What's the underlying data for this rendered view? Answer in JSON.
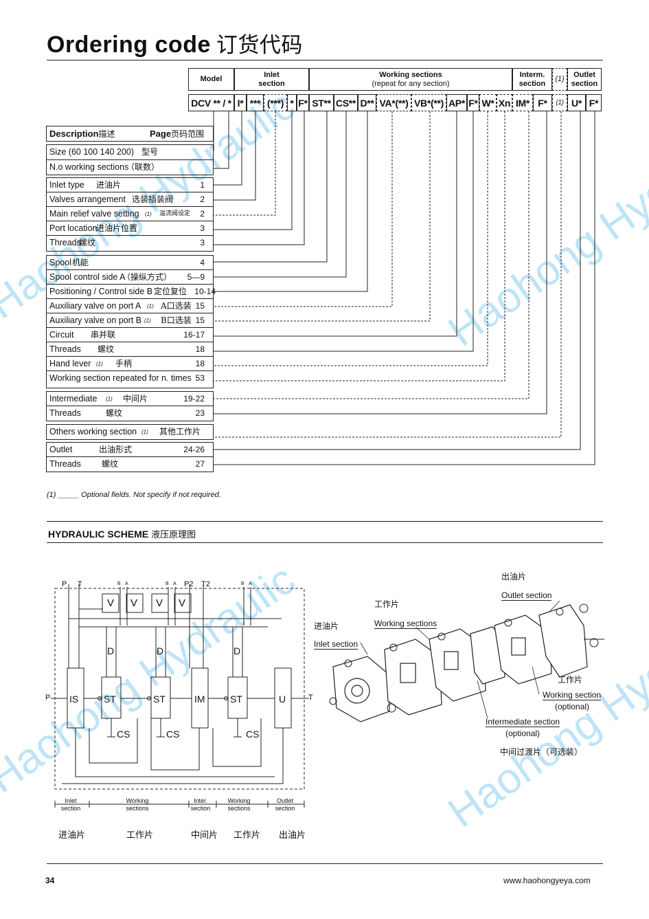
{
  "title": {
    "en": "Ordering code",
    "cn": "订货代码"
  },
  "header": {
    "model": "Model",
    "inlet": "Inlet section",
    "working": "Working sections",
    "working_sub": "(repeat for any section)",
    "interm": "Interm. section",
    "opt": "(1)",
    "outlet": "Outlet section"
  },
  "codes": [
    "DCV ** / *",
    "I*",
    "***",
    "(***)",
    "*",
    "F*",
    "ST**",
    "CS**",
    "D**",
    "VA*(**)",
    "VB*(**)",
    "AP*",
    "F*",
    "W*",
    "Xn",
    "IM*",
    "F*",
    "(1)",
    "U*",
    "F*"
  ],
  "desc_header": {
    "label": "Description",
    "label_cn": "描述",
    "page": "Page",
    "page_cn": "页码范围"
  },
  "groups": [
    [
      {
        "label": "Size (60 100 140 200)",
        "cn": "型号",
        "page": ""
      },
      {
        "label": "N.o working sections",
        "cn": "（联数）",
        "page": ""
      }
    ],
    [
      {
        "label": "Inlet type",
        "cn": "进油片",
        "page": "1"
      },
      {
        "label": "Valves arrangement",
        "cn": "选装插装阀",
        "page": "2"
      },
      {
        "label": "Main relief valve setting",
        "opt": "(1)",
        "cn": "溢流阀设定",
        "page": "2"
      },
      {
        "label": "Port location",
        "cn": "进油片位置",
        "page": "3"
      },
      {
        "label": "Threads",
        "cn": "螺纹",
        "page": "3"
      }
    ],
    [
      {
        "label": "Spool",
        "cn": "机能",
        "page": "4"
      },
      {
        "label": "Spool control side A",
        "cn": "（操纵方式）",
        "page": "5—9"
      },
      {
        "label": "Positioning / Control side B",
        "cn": "定位复位",
        "page": "10-14"
      },
      {
        "label": "Auxiliary valve on port A",
        "opt": "(1)",
        "cn": "A口选装",
        "page": "15"
      },
      {
        "label": "Auxiliary valve on port B",
        "opt": "(1)",
        "cn": "B口选装",
        "page": "15"
      },
      {
        "label": "Circuit",
        "cn": "串并联",
        "page": "16-17"
      },
      {
        "label": "Threads",
        "cn": "螺纹",
        "page": "18"
      },
      {
        "label": "Hand lever",
        "opt": "(1)",
        "cn": "手柄",
        "page": "18"
      },
      {
        "label": "Working section repeated for n. times",
        "cn": "",
        "page": "53"
      }
    ],
    [
      {
        "label": "Intermediate",
        "opt": "(1)",
        "cn": "中间片",
        "page": "19-22"
      },
      {
        "label": "Threads",
        "cn": "螺纹",
        "page": "23"
      }
    ],
    [
      {
        "label": "Others working section",
        "opt": "(1)",
        "cn": "其他工作片",
        "page": ""
      }
    ],
    [
      {
        "label": "Outlet",
        "cn": "出油形式",
        "page": "24-26"
      },
      {
        "label": "Threads",
        "cn": "螺纹",
        "page": "27"
      }
    ]
  ],
  "footnote": "(1) _____ Optional fields. Not specify if not required.",
  "scheme": {
    "title": "HYDRAULIC SCHEME",
    "title_cn": "液压原理图"
  },
  "schematic": {
    "ports_top": [
      "P",
      "T",
      "B",
      "A",
      "B",
      "A",
      "P2",
      "T2",
      "B",
      "A"
    ],
    "valve_label": "V",
    "blocks": [
      "IS",
      "ST",
      "ST",
      "IM",
      "ST",
      "U"
    ],
    "d_label": "D",
    "cs_label": "CS",
    "p_label": "P",
    "t_label": "T",
    "bottom": [
      {
        "en": "Inlet section",
        "cn": "进油片"
      },
      {
        "en": "Working sections",
        "cn": "工作片"
      },
      {
        "en": "Inter. section",
        "cn": "中间片"
      },
      {
        "en": "Working sections",
        "cn": "工作片"
      },
      {
        "en": "Outlet section",
        "cn": "出油片"
      }
    ]
  },
  "picture_labels": {
    "outlet_cn": "出油片",
    "outlet": "Outlet section",
    "working_cn": "工作片",
    "working": "Working sections",
    "inlet_cn": "进油片",
    "inlet": "Inlet section",
    "ws_opt_cn": "工作片",
    "ws_opt": "Working section",
    "ws_opt_sub": "(optional)",
    "im_opt": "Intermediate section",
    "im_opt_sub": "(optional)",
    "im_opt_cn": "中间过渡片（可选装）"
  },
  "page_number": "34",
  "website": "www.haohongyeya.com",
  "watermark": "Haohong Hydraulic",
  "colors": {
    "line": "#222222",
    "watermark": "#a9dcf3"
  }
}
